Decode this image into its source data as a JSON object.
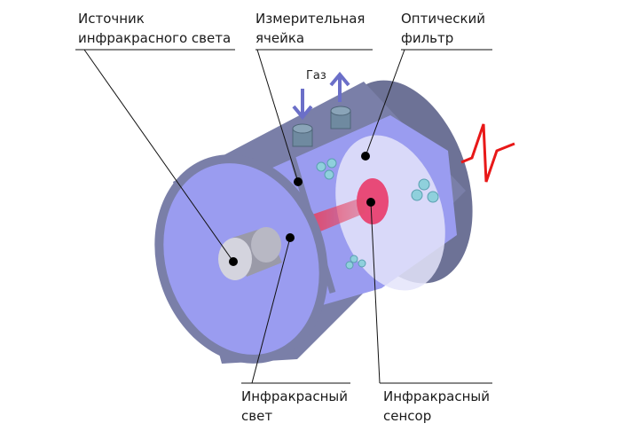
{
  "labels": {
    "source": [
      "Источник",
      "инфракрасного света"
    ],
    "cell": [
      "Измерительная",
      "ячейка"
    ],
    "filter": [
      "Оптический",
      "фильтр"
    ],
    "light": [
      "Инфракрасный",
      "свет"
    ],
    "sensor": [
      "Инфракрасный",
      "сенсор"
    ],
    "gas": "Газ"
  },
  "colors": {
    "body": "#7a7fa8",
    "chamber": "#9a9cf0",
    "beam": "#e8203a",
    "signal": "#e81818",
    "arrow": "#6b6fc8"
  }
}
